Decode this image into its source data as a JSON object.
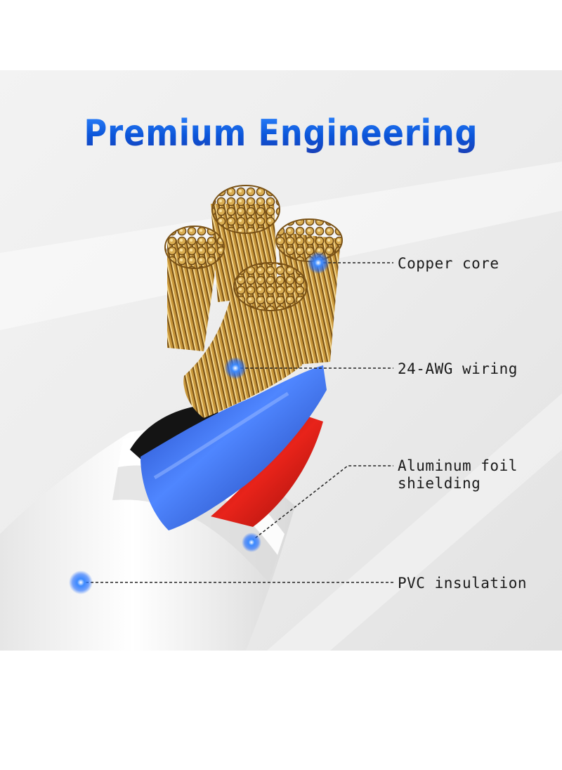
{
  "title": "Premium Engineering",
  "labels": {
    "copper": "Copper core",
    "awg": "24-AWG wiring",
    "foil_line1": "Aluminum foil",
    "foil_line2": "shielding",
    "pvc": "PVC insulation"
  },
  "colors": {
    "title_blue": "#1565e6",
    "marker_blue": "#1e6bff",
    "copper": "#c99a3c",
    "blue_insulation": "#2f5fd6",
    "red_insulation": "#d41a14",
    "black_insulation": "#151515",
    "jacket_white": "#f4f4f4"
  }
}
